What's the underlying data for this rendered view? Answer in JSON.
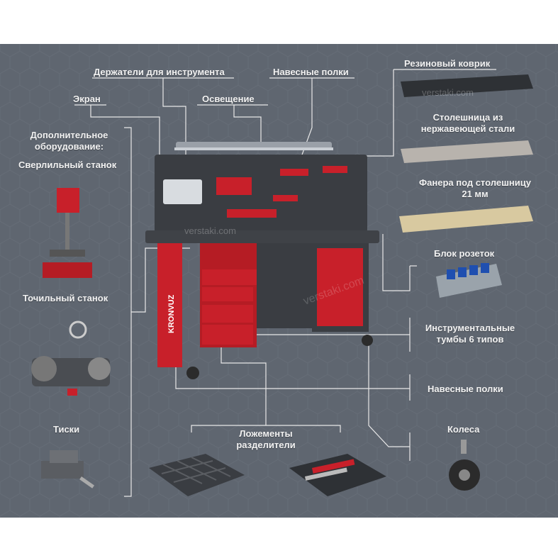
{
  "labels": {
    "tool_holders": "Держатели для инструмента",
    "hanging_shelves_top": "Навесные полки",
    "rubber_mat": "Резиновый коврик",
    "screen": "Экран",
    "lighting": "Освещение",
    "steel_top_line1": "Столешница из",
    "steel_top_line2": "нержавеющей стали",
    "extra_equipment_line1": "Дополнительное",
    "extra_equipment_line2": "оборудование:",
    "drill_press": "Сверлильный станок",
    "plywood_line1": "Фанера под столешницу",
    "plywood_line2": "21 мм",
    "socket_block": "Блок розеток",
    "grinder": "Точильный станок",
    "tool_cabinets_line1": "Инструментальные",
    "tool_cabinets_line2": "тумбы 6 типов",
    "hanging_shelves_bottom": "Навесные полки",
    "vise": "Тиски",
    "lodgments_line1": "Ложементы",
    "lodgments_line2": "разделители",
    "wheels": "Колеса"
  },
  "brand": "KRONVUZ",
  "watermark": "verstaki.com",
  "colors": {
    "background": "#5f6670",
    "accent_red": "#c8202a",
    "dark_steel": "#3a3d42",
    "text": "#f2f2f2"
  }
}
